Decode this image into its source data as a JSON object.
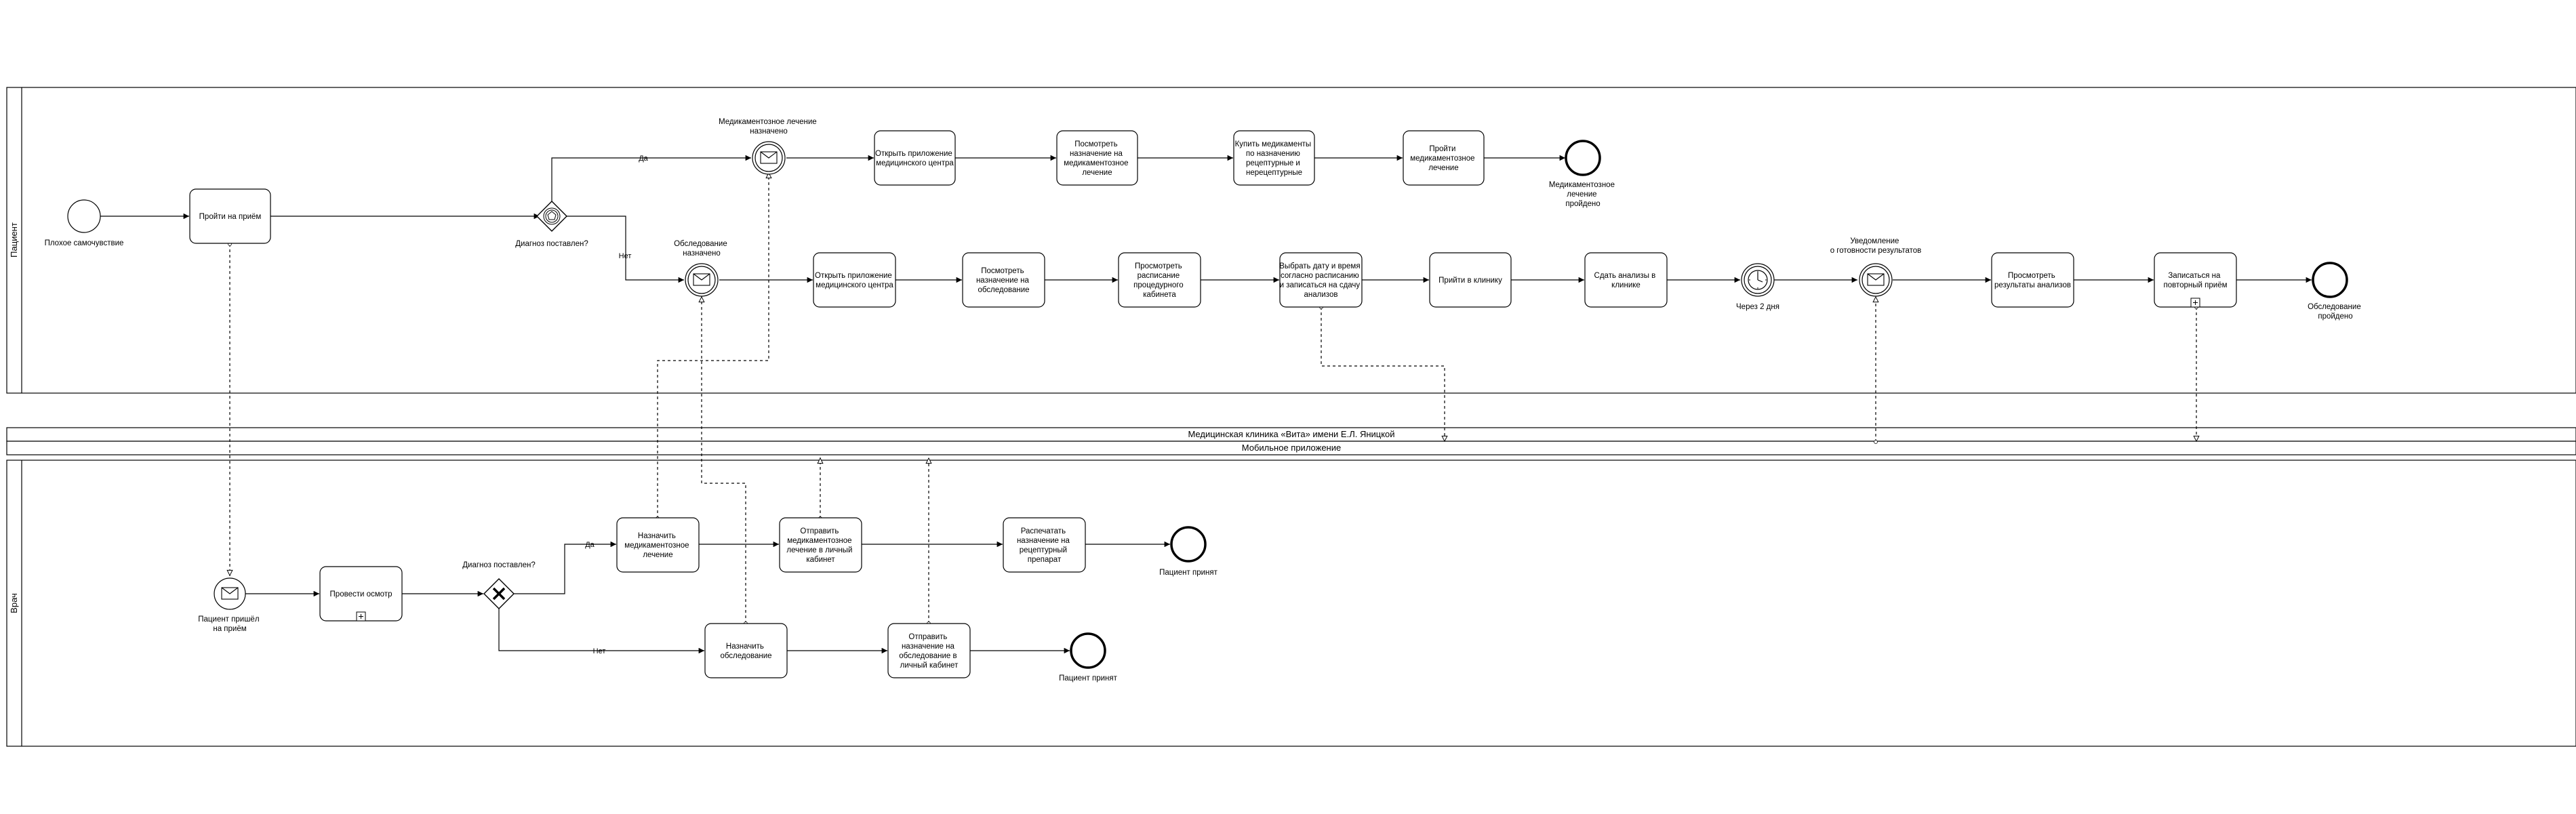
{
  "pools": {
    "patient": "Пациент",
    "doctor": "Врач",
    "clinic": "Медицинская клиника «Вита» имени Е.Л. Яницкой",
    "app": "Мобильное приложение"
  },
  "patient": {
    "start_event": "Плохое самочувствие",
    "task_go_appointment": "Пройти на приём",
    "gateway_diagnosis": "Диагноз поставлен?",
    "flow_yes": "Да",
    "flow_no": "Нет",
    "msg_drug_treatment": "Медикаментозное лечение назначено",
    "msg_examination": "Обследование назначено",
    "task_open_app_1": "Открыть приложение медицинского центра",
    "task_view_drug_prescription": "Посмотреть назначение на медикаментозное лечение",
    "task_buy_drugs": "Купить медикаменты по назначению рецептурные и нерецептурные",
    "task_take_treatment": "Пройти медикаментозное лечение",
    "end_treatment": "Медикаментозное лечение пройдено",
    "task_open_app_2": "Открыть приложение медицинского центра",
    "task_view_exam_prescription": "Посмотреть назначение на обследование",
    "task_view_schedule": "Просмотреть расписание процедурного кабинета",
    "task_choose_date": "Выбрать дату и время согласно расписанию и записаться на сдачу анализов",
    "task_go_clinic": "Прийти в клинику",
    "task_give_tests": "Сдать анализы в клинике",
    "timer_2days": "Через 2 дня",
    "msg_results_ready": "Уведомление о готовности результатов",
    "task_view_results": "Просмотреть результаты анализов",
    "task_book_followup": "Записаться на повторный приём",
    "end_examination": "Обследование пройдено"
  },
  "doctor": {
    "start_msg": "Пациент пришёл на приём",
    "task_exam": "Провести осмотр",
    "gateway_diagnosis": "Диагноз поставлен?",
    "flow_yes": "Да",
    "flow_no": "Нет",
    "task_prescribe_drugs": "Назначить медикаментозное лечение",
    "task_send_drugs": "Отправить медикаментозное лечение в личный кабинет",
    "task_print_prescription": "Распечатать назначение на рецептурный препарат",
    "end_1": "Пациент принят",
    "task_prescribe_exam": "Назначить обследование",
    "task_send_exam": "Отправить назначение на обследование в личный кабинет",
    "end_2": "Пациент принят"
  }
}
